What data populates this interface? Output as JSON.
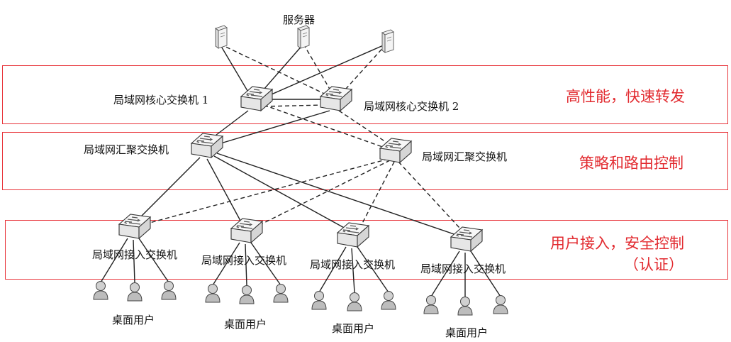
{
  "servers": {
    "label": "服务器"
  },
  "core": {
    "switch1_label": "局域网核心交换机 1",
    "switch2_label": "局域网核心交换机 2"
  },
  "aggregation": {
    "switch1_label": "局域网汇聚交换机",
    "switch2_label": "局域网汇聚交换机"
  },
  "access": {
    "switches": [
      {
        "label": "局域网接入交换机"
      },
      {
        "label": "局域网接入交换机"
      },
      {
        "label": "局域网接入交换机"
      },
      {
        "label": "局域网接入交换机"
      }
    ]
  },
  "users": {
    "group_label": "桌面用户"
  },
  "layers": {
    "core_note": "高性能，快速转发",
    "aggregation_note": "策略和路由控制",
    "access_note": "用户接入，安全控制",
    "access_note_sub": "（认证）"
  },
  "colors": {
    "accent_red": "#e22a2f",
    "box_red": "#e8343a",
    "line": "#222222"
  }
}
